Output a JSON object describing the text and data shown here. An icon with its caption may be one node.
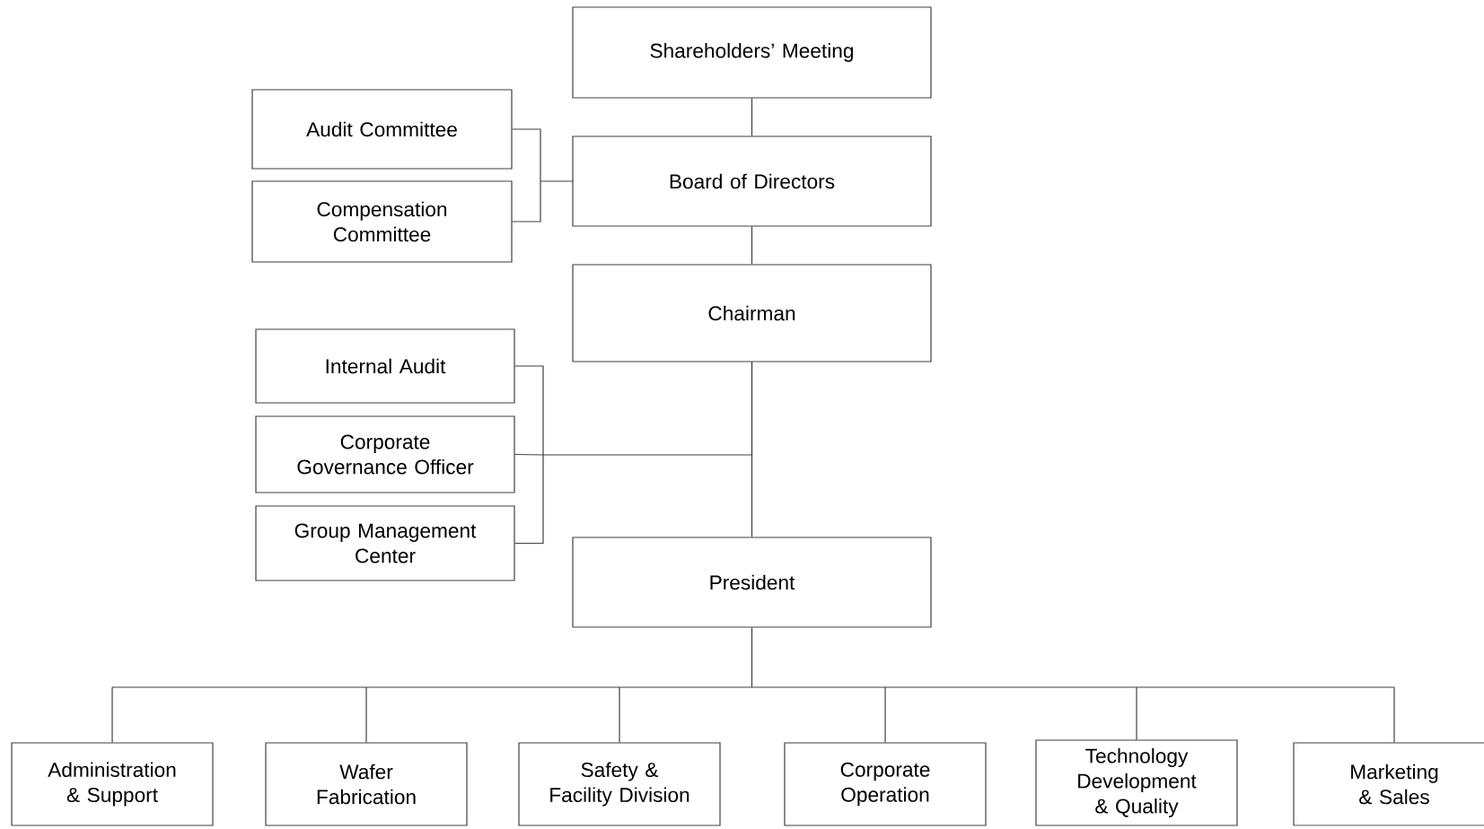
{
  "diagram": {
    "nodes": [
      {
        "text": [
          "Shareholders’ Meeting"
        ]
      },
      {
        "text": [
          "Audit Committee"
        ]
      },
      {
        "text": [
          "Board of Directors"
        ]
      },
      {
        "text": [
          "Compensation Committee"
        ]
      },
      {
        "text": [
          "Chairman"
        ]
      },
      {
        "text": [
          "Internal Audit"
        ]
      },
      {
        "text": [
          "Corporate Governance Officer"
        ]
      },
      {
        "text": [
          "Group Management Center"
        ]
      },
      {
        "text": [
          "President"
        ]
      },
      {
        "text": [
          "Administration & Support"
        ]
      },
      {
        "text": [
          "Wafer Fabrication"
        ]
      },
      {
        "text": [
          "Safety & Facility Division"
        ]
      },
      {
        "text": [
          "Corporate Operation"
        ]
      },
      {
        "text": [
          "Technology Development & Quality"
        ]
      },
      {
        "text": [
          "Marketing & Sales"
        ]
      }
    ],
    "edges": [
      {
        "from": 0,
        "to": 2,
        "arrow": "none"
      },
      {
        "from": 1,
        "to": 2,
        "arrow": "none"
      },
      {
        "from": 3,
        "to": 2,
        "arrow": "none"
      },
      {
        "from": 2,
        "to": 4,
        "arrow": "none"
      },
      {
        "from": 5,
        "to": 4,
        "arrow": "none"
      },
      {
        "from": 6,
        "to": 4,
        "arrow": "none"
      },
      {
        "from": 7,
        "to": 4,
        "arrow": "none"
      },
      {
        "from": 4,
        "to": 8,
        "arrow": "none"
      },
      {
        "from": 8,
        "to": 9,
        "arrow": "none"
      },
      {
        "from": 8,
        "to": 10,
        "arrow": "none"
      },
      {
        "from": 8,
        "to": 11,
        "arrow": "none"
      },
      {
        "from": 8,
        "to": 12,
        "arrow": "none"
      },
      {
        "from": 8,
        "to": 13,
        "arrow": "none"
      },
      {
        "from": 8,
        "to": 14,
        "arrow": "none"
      }
    ]
  }
}
